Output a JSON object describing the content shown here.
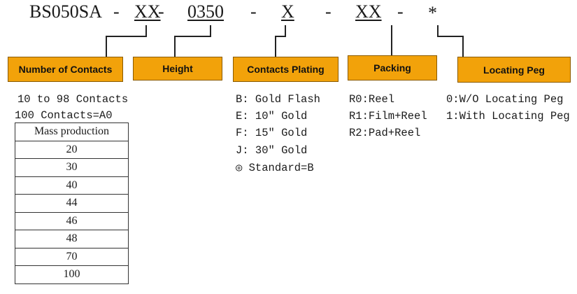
{
  "part_number": {
    "base": "BS050SA",
    "sep": "-",
    "seg_contacts": "XX",
    "seg_height": "0350",
    "seg_plating": "X",
    "seg_packing": "XX",
    "seg_peg": "*"
  },
  "boxes": {
    "contacts": "Number of Contacts",
    "height": "Height",
    "plating": "Contacts Plating",
    "packing": "Packing",
    "peg": "Locating Peg"
  },
  "contacts": {
    "range": "10 to 98 Contacts",
    "hundred": "100 Contacts=A0",
    "table_header": "Mass production",
    "table_values": [
      "20",
      "30",
      "40",
      "44",
      "46",
      "48",
      "70",
      "100"
    ]
  },
  "plating": {
    "items": [
      "B: Gold Flash",
      "E: 10″ Gold",
      "F: 15″ Gold",
      "J: 30″ Gold",
      "◎ Standard=B"
    ]
  },
  "packing": {
    "items": [
      "R0:Reel",
      "R1:Film+Reel",
      "R2:Pad+Reel"
    ]
  },
  "peg": {
    "items": [
      "0:W/O Locating Peg",
      "1:With Locating Peg"
    ]
  },
  "colors": {
    "box_fill": "#f2a20a",
    "box_border": "#8a5a00",
    "text": "#1a1a1a",
    "lines": "#222222"
  }
}
